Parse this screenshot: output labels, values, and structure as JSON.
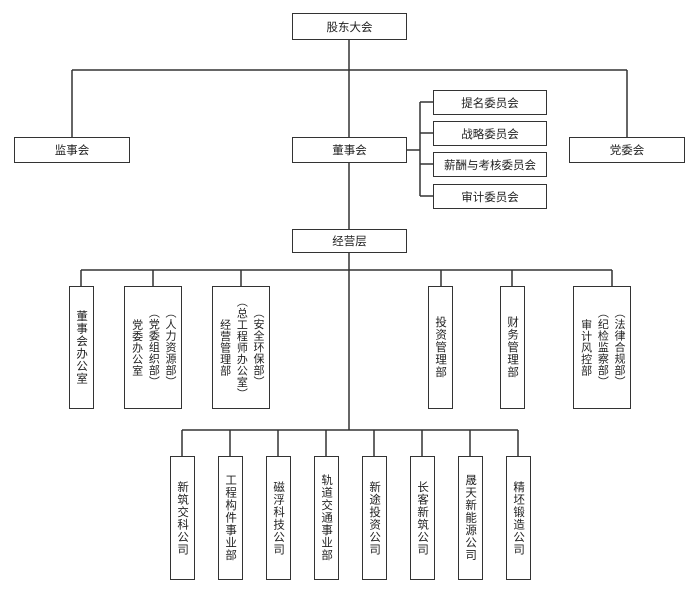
{
  "top": {
    "shareholders": "股东大会"
  },
  "row2": {
    "supervisory": "监事会",
    "board": "董事会",
    "party": "党委会"
  },
  "committees": [
    "提名委员会",
    "战略委员会",
    "薪酬与考核委员会",
    "审计委员会"
  ],
  "management": "经营层",
  "departments": [
    {
      "main": "董事会办公室",
      "sub": ""
    },
    {
      "main": "党委办公室",
      "sub": "（党委组织部）",
      "sub2": "（人力资源部）"
    },
    {
      "main": "经营管理部",
      "sub": "（总工程师办公室）",
      "sub2": "（安全环保部）"
    },
    {
      "main": "投资管理部",
      "sub": ""
    },
    {
      "main": "财务管理部",
      "sub": ""
    },
    {
      "main": "审计风控部",
      "sub": "（纪检监察部）",
      "sub2": "（法律合规部）"
    }
  ],
  "companies": [
    "新筑交科公司",
    "工程构件事业部",
    "磁浮科技公司",
    "轨道交通事业部",
    "新途投资公司",
    "长客新筑公司",
    "晟天新能源公司",
    "精坯锻造公司"
  ]
}
